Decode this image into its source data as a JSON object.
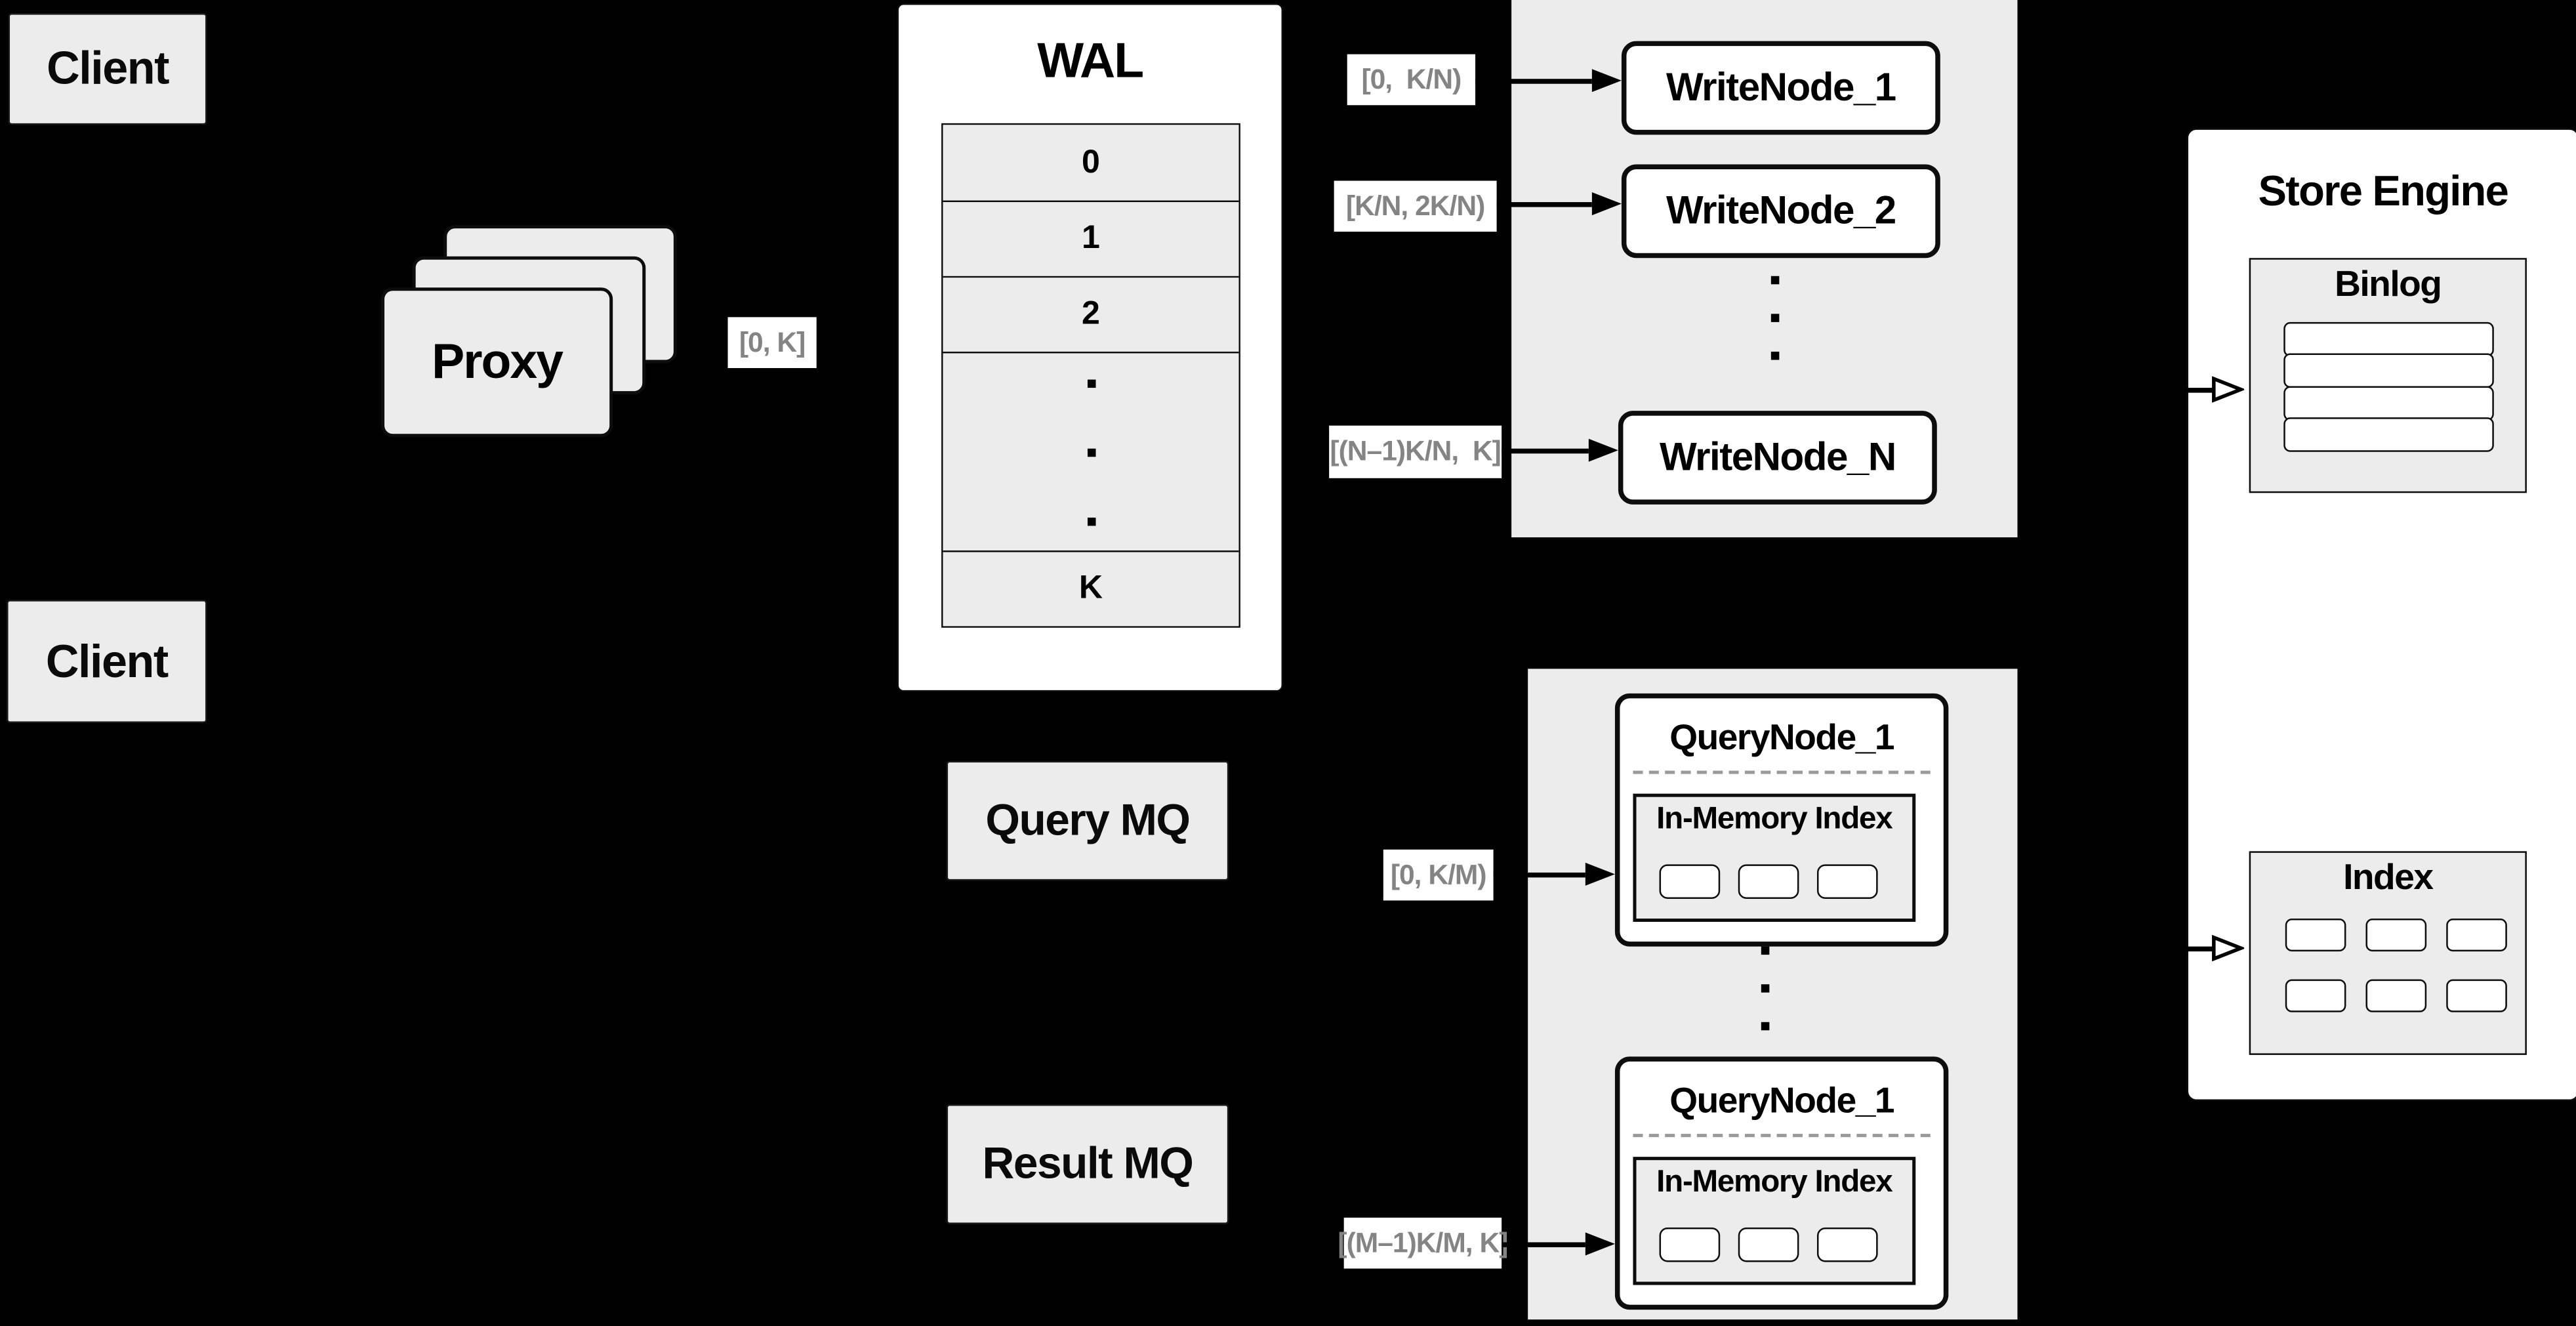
{
  "colors": {
    "background": "#000000",
    "panel_gray": "#ececec",
    "white": "#ffffff",
    "line_black": "#0d0d0d",
    "range_label_text": "#848484",
    "dashed_separator": "#9a9a9a"
  },
  "clients": {
    "top": "Client",
    "bottom": "Client"
  },
  "proxy": {
    "label": "Proxy"
  },
  "wal": {
    "title": "WAL",
    "rows": [
      "0",
      "1",
      "2",
      "K"
    ]
  },
  "range_labels": {
    "proxy_to_wal": "[0, K]",
    "wal_to_write_1": "[0,  K/N)",
    "wal_to_write_2": "[K/N, 2K/N)",
    "wal_to_write_n": "[(N–1)K/N,  K]",
    "query_mq_to_node_1": "[0, K/M)",
    "query_mq_to_node_m": "[(M–1)K/M, K]"
  },
  "write_cluster": {
    "nodes": [
      "WriteNode_1",
      "WriteNode_2",
      "WriteNode_N"
    ]
  },
  "query_cluster": {
    "nodes": [
      {
        "title": "QueryNode_1",
        "inner_title": "In-Memory Index"
      },
      {
        "title": "QueryNode_1",
        "inner_title": "In-Memory Index"
      }
    ]
  },
  "mq": {
    "query": "Query MQ",
    "result": "Result MQ"
  },
  "store_engine": {
    "title": "Store Engine",
    "binlog": "Binlog",
    "index": "Index"
  }
}
